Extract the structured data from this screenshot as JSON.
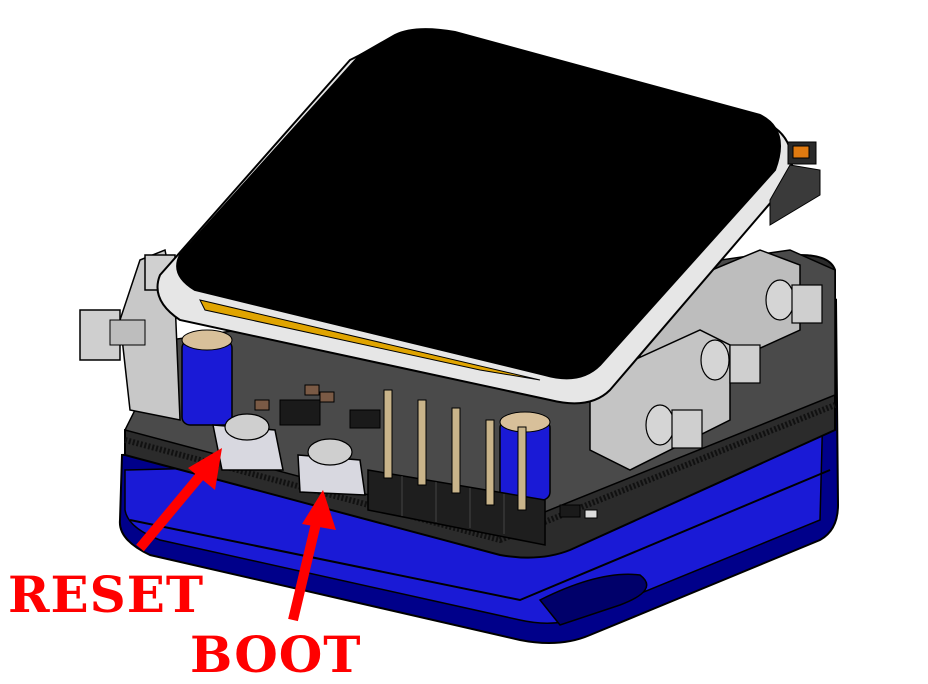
{
  "figure": {
    "subject": "device-assembly-3d-render",
    "colors": {
      "annotation": "#ff0000",
      "enclosure_blue": "#1a1ad6",
      "enclosure_dark": "#00008a",
      "screen": "#000000",
      "bezel": "#e6e6e6",
      "pcb": "#3a3a3a",
      "header_pin": "#c9b48a",
      "ribbon": "#e0a400",
      "battery_cap": "#d8c09a",
      "led": "#e07a10"
    }
  },
  "annotations": {
    "reset": {
      "label": "RESET",
      "target": "reset-button"
    },
    "boot": {
      "label": "BOOT",
      "target": "boot-button"
    }
  }
}
